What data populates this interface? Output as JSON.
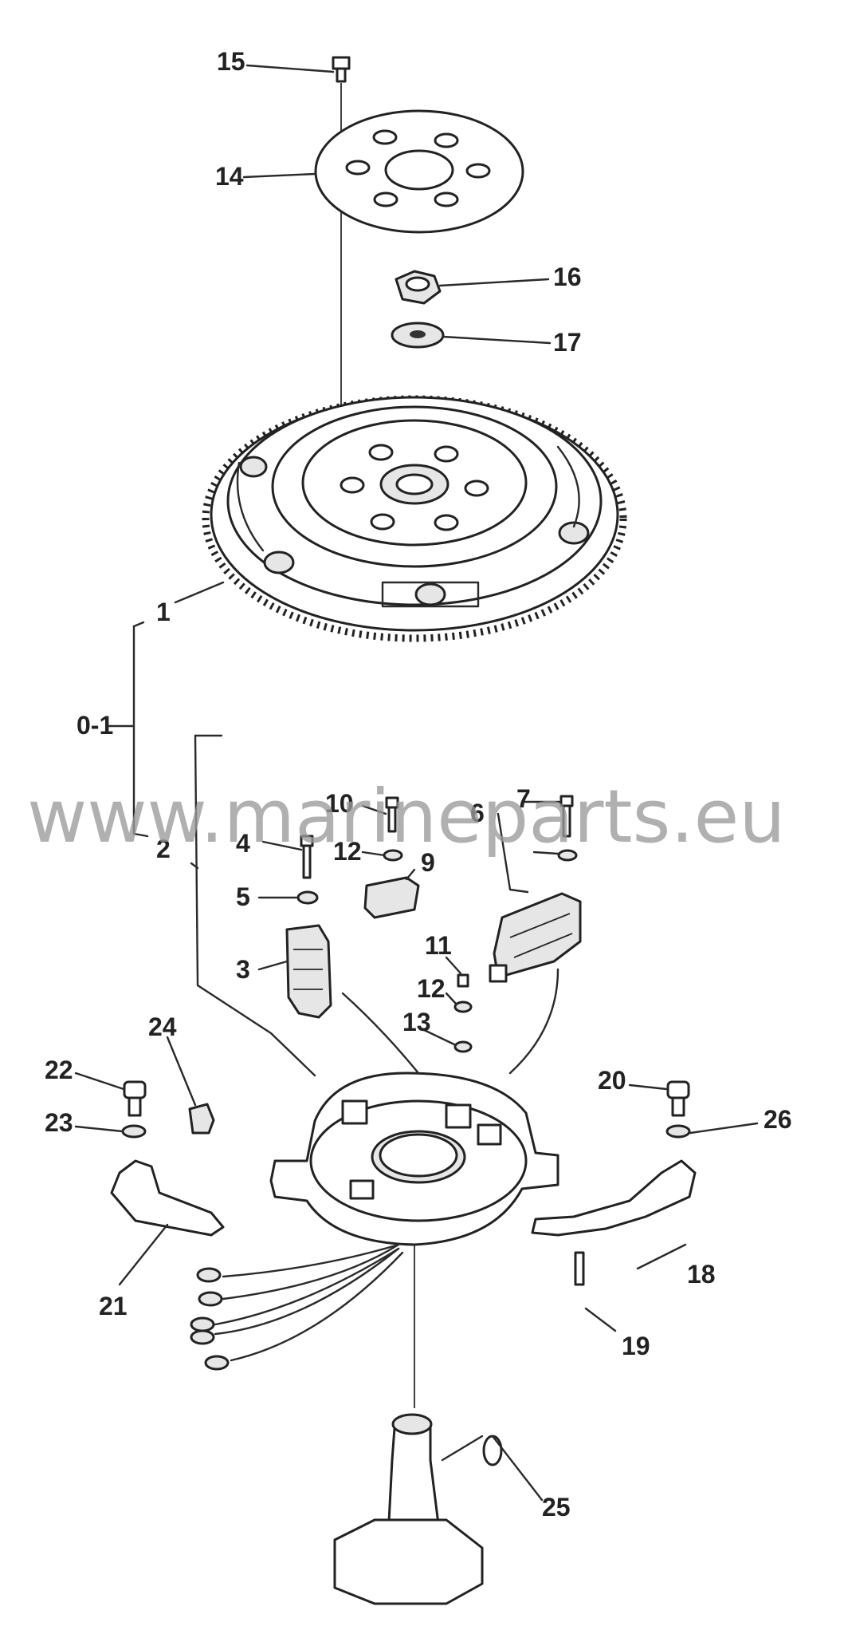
{
  "watermark": "www.marineparts.eu",
  "callouts": {
    "c1": "1",
    "c2": "2",
    "c3": "3",
    "c4": "4",
    "c5": "5",
    "c6": "6",
    "c7": "7",
    "c9": "9",
    "c10": "10",
    "c11": "11",
    "c12a": "12",
    "c12b": "12",
    "c13": "13",
    "c14": "14",
    "c15": "15",
    "c16": "16",
    "c17": "17",
    "c18": "18",
    "c19": "19",
    "c20": "20",
    "c21": "21",
    "c22": "22",
    "c23": "23",
    "c24": "24",
    "c25": "25",
    "c26": "26",
    "c01": "0-1"
  },
  "icons": {
    "flywheel": "flywheel-icon",
    "plate": "hub-plate-icon",
    "nut": "nut-icon",
    "stator": "stator-plate-icon",
    "coil": "ignition-coil-icon",
    "shaft": "crankshaft-icon",
    "screw": "screw-icon"
  }
}
